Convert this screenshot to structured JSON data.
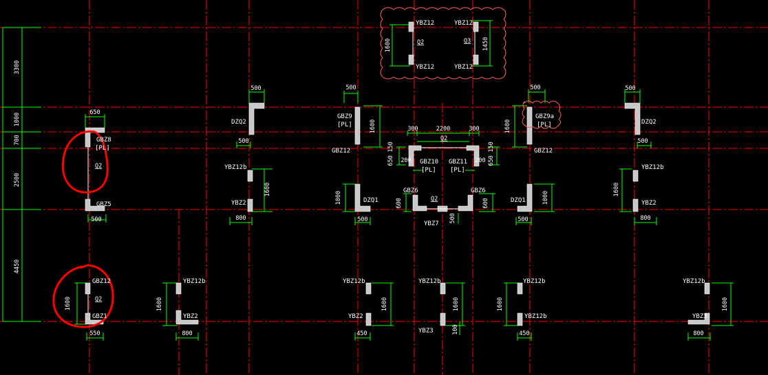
{
  "colors": {
    "background": "#000000",
    "axis": "#ff0000",
    "dimension": "#00ff00",
    "wall_label": "#00ffff",
    "column_fill": "#c8c8c8",
    "text": "#ffffff",
    "revision_cloud": "#ff6060",
    "markup": "#ff0000"
  },
  "dims_left": [
    "3300",
    "1000",
    "700",
    "2500",
    "4450"
  ],
  "walls": [
    "Q2",
    "Q3",
    "Q2",
    "Q2",
    "Q2",
    "Q2"
  ],
  "labels": [
    "YBZ12",
    "YBZ12",
    "YBZ12",
    "YBZ12",
    "GBZ8",
    "[PL]",
    "GBZ5",
    "GBZ12",
    "GBZ1",
    "DZQ2",
    "YBZ12b",
    "YBZ2",
    "YBZ12b",
    "YBZ2",
    "GBZ9",
    "[PL]",
    "GBZ12",
    "DZQ1",
    "GBZ10",
    "[PL]",
    "GBZ11",
    "[PL]",
    "GBZ6",
    "GBZ6",
    "YBZ7",
    "GBZ9a",
    "[PL]",
    "GBZ12",
    "DZQ1",
    "DZQ2",
    "YBZ12b",
    "YBZ2",
    "YBZ12b",
    "YBZ2",
    "YBZ12b",
    "YBZ3",
    "YBZ12b",
    "YBZ12b",
    "YBZ12b",
    "YBZ3"
  ],
  "dims": [
    "1600",
    "1450",
    "650",
    "500",
    "1600",
    "550",
    "500",
    "500",
    "800",
    "1600",
    "800",
    "1600",
    "500",
    "1600",
    "1000",
    "500",
    "300",
    "2200",
    "300",
    "150",
    "650",
    "200",
    "200",
    "650",
    "150",
    "600",
    "600",
    "500",
    "500",
    "1600",
    "1000",
    "500",
    "500",
    "500",
    "1600",
    "800",
    "1600",
    "800",
    "1600",
    "450",
    "1600",
    "100",
    "1600",
    "450"
  ]
}
